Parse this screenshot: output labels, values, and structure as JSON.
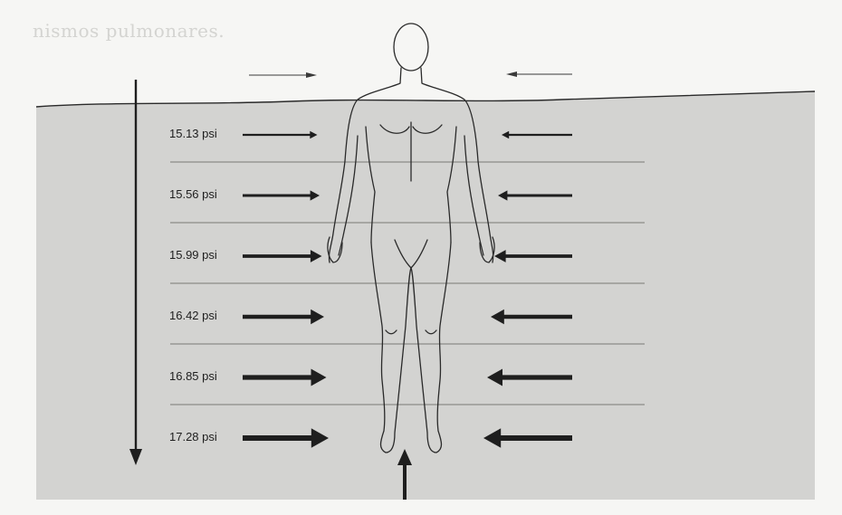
{
  "background_text": "nismos pulmonares.",
  "depth_levels": [
    {
      "pressure": "15.13 psi",
      "arrow_weight": 1
    },
    {
      "pressure": "15.56 psi",
      "arrow_weight": 2
    },
    {
      "pressure": "15.99 psi",
      "arrow_weight": 3
    },
    {
      "pressure": "16.42 psi",
      "arrow_weight": 4
    },
    {
      "pressure": "16.85 psi",
      "arrow_weight": 5
    },
    {
      "pressure": "17.28 psi",
      "arrow_weight": 6
    }
  ],
  "colors": {
    "water": "#d3d3d1",
    "ink": "#1e1e1e",
    "layer_line": "#8a8a88",
    "paper": "#f6f6f4"
  }
}
